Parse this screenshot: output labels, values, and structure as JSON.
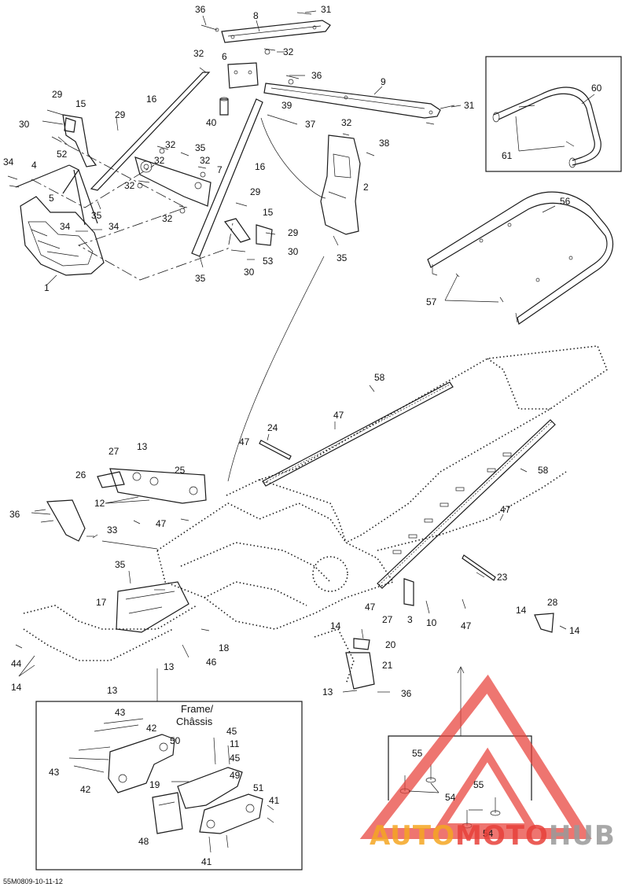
{
  "diagram": {
    "drawing_code": "55M0809-10-11-12",
    "frame_label_line1": "Frame/",
    "frame_label_line2": "Châssis",
    "colors": {
      "line": "#1a1a1a",
      "watermark_red": "#e8413a",
      "watermark_orange": "#f5a623",
      "watermark_grey": "#9a9a9a"
    }
  },
  "callouts": {
    "c1": "1",
    "c2": "2",
    "c3": "3",
    "c4": "4",
    "c5": "5",
    "c6": "6",
    "c7": "7",
    "c8": "8",
    "c9": "9",
    "c10": "10",
    "c11": "11",
    "c12": "12",
    "c13": "13",
    "c14": "14",
    "c15": "15",
    "c16": "16",
    "c17": "17",
    "c18": "18",
    "c19": "19",
    "c20": "20",
    "c21": "21",
    "c23": "23",
    "c24": "24",
    "c25": "25",
    "c26": "26",
    "c27": "27",
    "c28": "28",
    "c29": "29",
    "c30": "30",
    "c31": "31",
    "c32": "32",
    "c33": "33",
    "c34": "34",
    "c35": "35",
    "c36": "36",
    "c37": "37",
    "c38": "38",
    "c39": "39",
    "c40": "40",
    "c41": "41",
    "c42": "42",
    "c43": "43",
    "c44": "44",
    "c45": "45",
    "c46": "46",
    "c47": "47",
    "c48": "48",
    "c49": "49",
    "c50": "50",
    "c51": "51",
    "c52": "52",
    "c53": "53",
    "c54": "54",
    "c55": "55",
    "c56": "56",
    "c57": "57",
    "c58": "58",
    "c60": "60",
    "c61": "61"
  },
  "watermark": {
    "part1": "AUTO",
    "part2": "MOTO",
    "part3": "HUB"
  }
}
